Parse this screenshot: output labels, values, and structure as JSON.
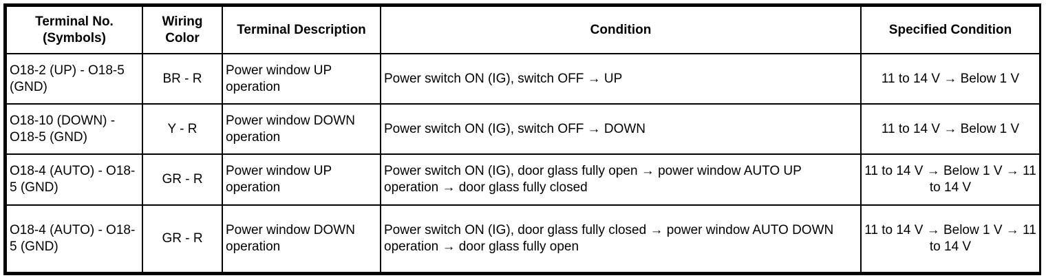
{
  "table": {
    "headers": [
      "Terminal No. (Symbols)",
      "Wiring Color",
      "Terminal Description",
      "Condition",
      "Specified Condition"
    ],
    "rows": [
      {
        "terminal": "O18-2 (UP) - O18-5 (GND)",
        "wiring": "BR - R",
        "description": "Power window UP operation",
        "condition": "Power switch ON (IG), switch OFF → UP",
        "specified": "11 to 14 V → Below 1 V"
      },
      {
        "terminal": "O18-10 (DOWN) - O18-5 (GND)",
        "wiring": "Y - R",
        "description": "Power window DOWN operation",
        "condition": "Power switch ON (IG), switch OFF → DOWN",
        "specified": "11 to 14 V → Below 1 V"
      },
      {
        "terminal": "O18-4 (AUTO) - O18-5 (GND)",
        "wiring": "GR - R",
        "description": "Power window UP operation",
        "condition": "Power switch ON (IG), door glass fully open → power window AUTO UP operation → door glass fully closed",
        "specified": "11 to 14 V → Below 1 V → 11 to 14 V"
      },
      {
        "terminal": "O18-4 (AUTO) - O18-5 (GND)",
        "wiring": "GR - R",
        "description": "Power window DOWN operation",
        "condition": "Power switch ON (IG), door glass fully closed → power window AUTO DOWN operation → door glass fully open",
        "specified": "11 to 14 V → Below 1 V → 11 to 14 V"
      }
    ]
  }
}
